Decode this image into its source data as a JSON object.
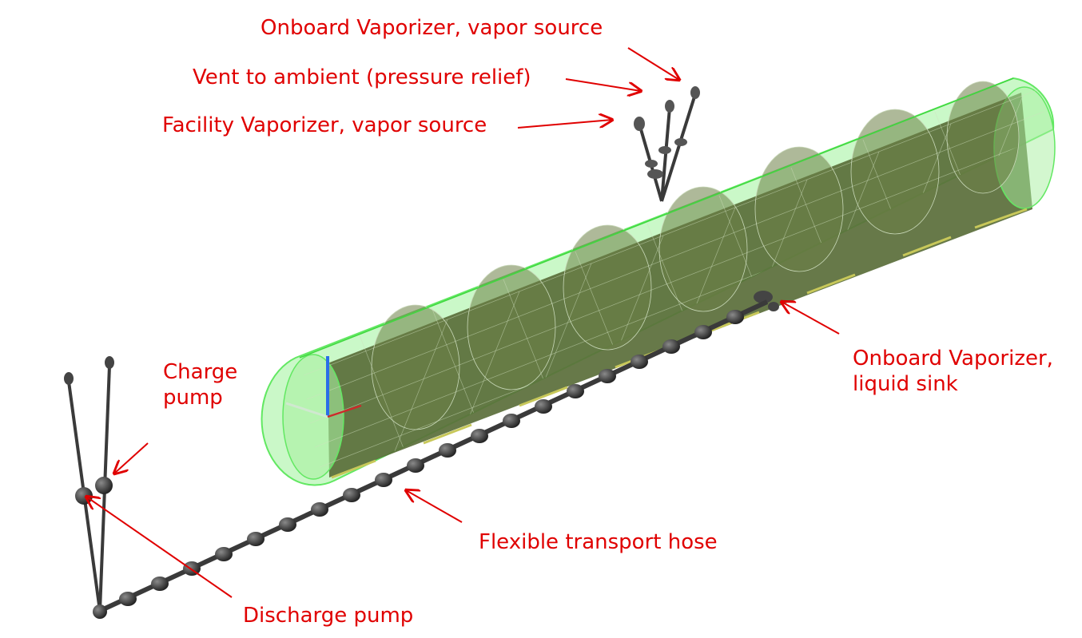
{
  "labels": {
    "onboard_vapor_source": "Onboard Vaporizer, vapor source",
    "vent": "Vent to ambient (pressure relief)",
    "facility_vapor_source": "Facility Vaporizer, vapor source",
    "onboard_liquid_sink_line1": "Onboard Vaporizer,",
    "onboard_liquid_sink_line2": "liquid sink",
    "charge_pump_line1": "Charge",
    "charge_pump_line2": "pump",
    "flexible_hose": "Flexible transport hose",
    "discharge_pump": "Discharge pump"
  },
  "colors": {
    "label": "#e00000",
    "arrow": "#e00000",
    "tank_fill": "#5a6e3a",
    "tank_outline": "#62e862",
    "mesh": "#b8c8a8",
    "pipe": "#3a3a3a",
    "background": "#ffffff"
  }
}
